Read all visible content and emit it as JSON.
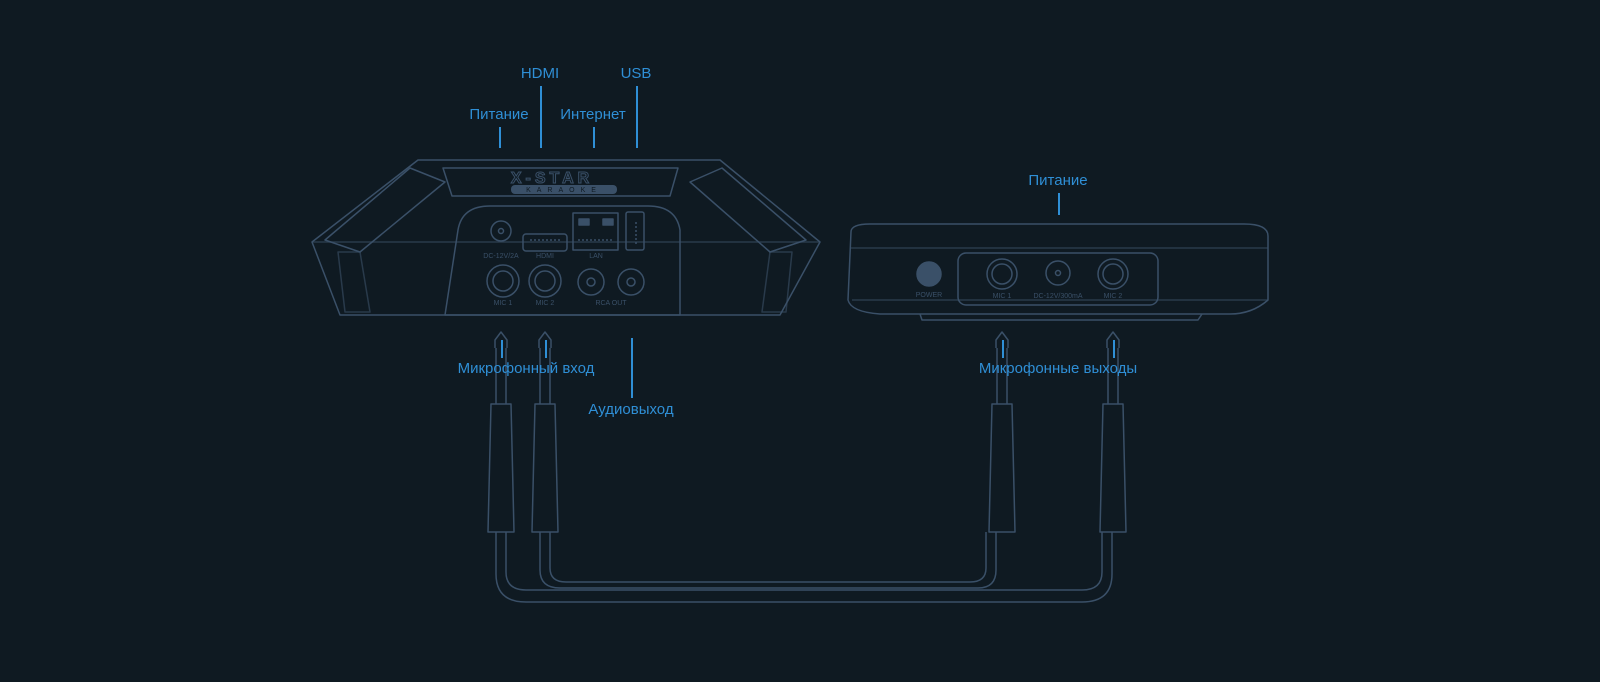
{
  "labels": {
    "power_left": "Питание",
    "hdmi": "HDMI",
    "internet": "Интернет",
    "usb": "USB",
    "power_right": "Питание",
    "mic_input": "Микрофонный вход",
    "audio_out": "Аудиовыход",
    "mic_outputs": "Микрофонные выходы"
  },
  "console": {
    "brand": "X-STAR",
    "brand_sub": "KARAOKE",
    "port_dc": "DC-12V/2A",
    "port_hdmi": "HDMI",
    "port_lan": "LAN",
    "port_mic1": "MIC 1",
    "port_mic2": "MIC 2",
    "port_audio": "RCA OUT"
  },
  "receiver": {
    "power": "POWER",
    "mic1": "MIC 1",
    "dc": "DC-12V/300mA",
    "mic2": "MIC 2"
  },
  "colors": {
    "background": "#0f1a22",
    "outline": "#3a5068",
    "accent": "#2f8fd6"
  }
}
